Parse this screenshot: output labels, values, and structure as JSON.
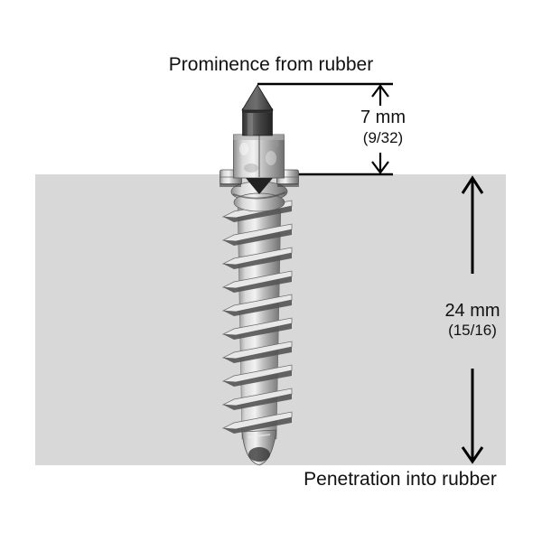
{
  "diagram": {
    "top_label": "Prominence from rubber",
    "bottom_label": "Penetration into rubber",
    "prominence": {
      "value": "7 mm",
      "fraction": "(9/32)"
    },
    "penetration": {
      "value": "24 mm",
      "fraction": "(15/16)"
    },
    "subject": "tire stud screwed into rubber",
    "colors": {
      "background": "#ffffff",
      "rubber": "#d8d8d8",
      "line": "#000000",
      "text": "#111111",
      "metal_light": "#f2f2f2",
      "metal_mid": "#b9b9b9",
      "metal_dark": "#6e6e6e",
      "carbide_pin": "#3a3a3a"
    }
  }
}
